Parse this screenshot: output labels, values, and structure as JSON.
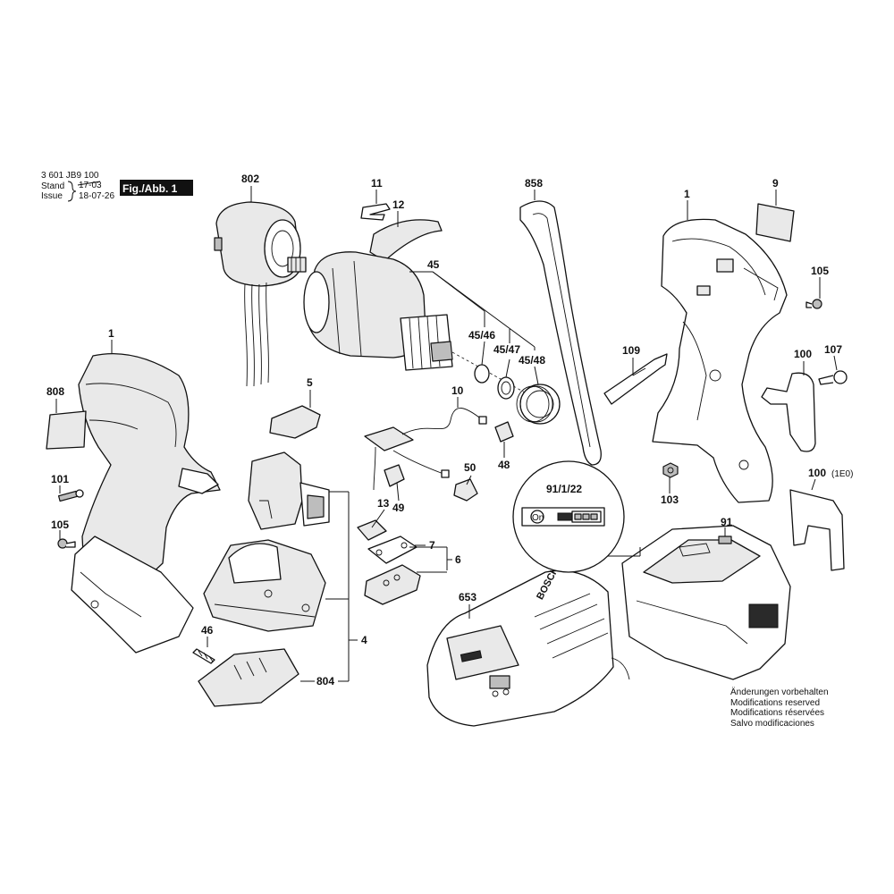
{
  "header": {
    "part_number": "3 601 JB9 100",
    "stand_label": "Stand",
    "issue_label": "Issue",
    "stand_date": "17-03",
    "issue_date": "18-07-26",
    "figure_label": "Fig./Abb. 1"
  },
  "callouts": {
    "c802": "802",
    "c11": "11",
    "c12": "12",
    "c858": "858",
    "c1_top": "1",
    "c9": "9",
    "c45": "45",
    "c105_top": "105",
    "c1_left": "1",
    "c45_46": "45/46",
    "c45_47": "45/47",
    "c45_48": "45/48",
    "c109": "109",
    "c107": "107",
    "c100": "100",
    "c808": "808",
    "c5": "5",
    "c10": "10",
    "c48": "48",
    "c50": "50",
    "c101": "101",
    "c103": "103",
    "c100_1e0": "100",
    "c1e0": "(1E0)",
    "c91_1_22": "91/1/22",
    "c13": "13",
    "c49": "49",
    "c105_left": "105",
    "c91": "91",
    "c7": "7",
    "c6": "6",
    "c653": "653",
    "c4": "4",
    "c46": "46",
    "c804": "804"
  },
  "battery_icon": {
    "button_label": "On"
  },
  "charger_brand": "BOSCH",
  "notes": [
    "Änderungen vorbehalten",
    "Modifications reserved",
    "Modifications réservées",
    "Salvo modificaciones"
  ]
}
